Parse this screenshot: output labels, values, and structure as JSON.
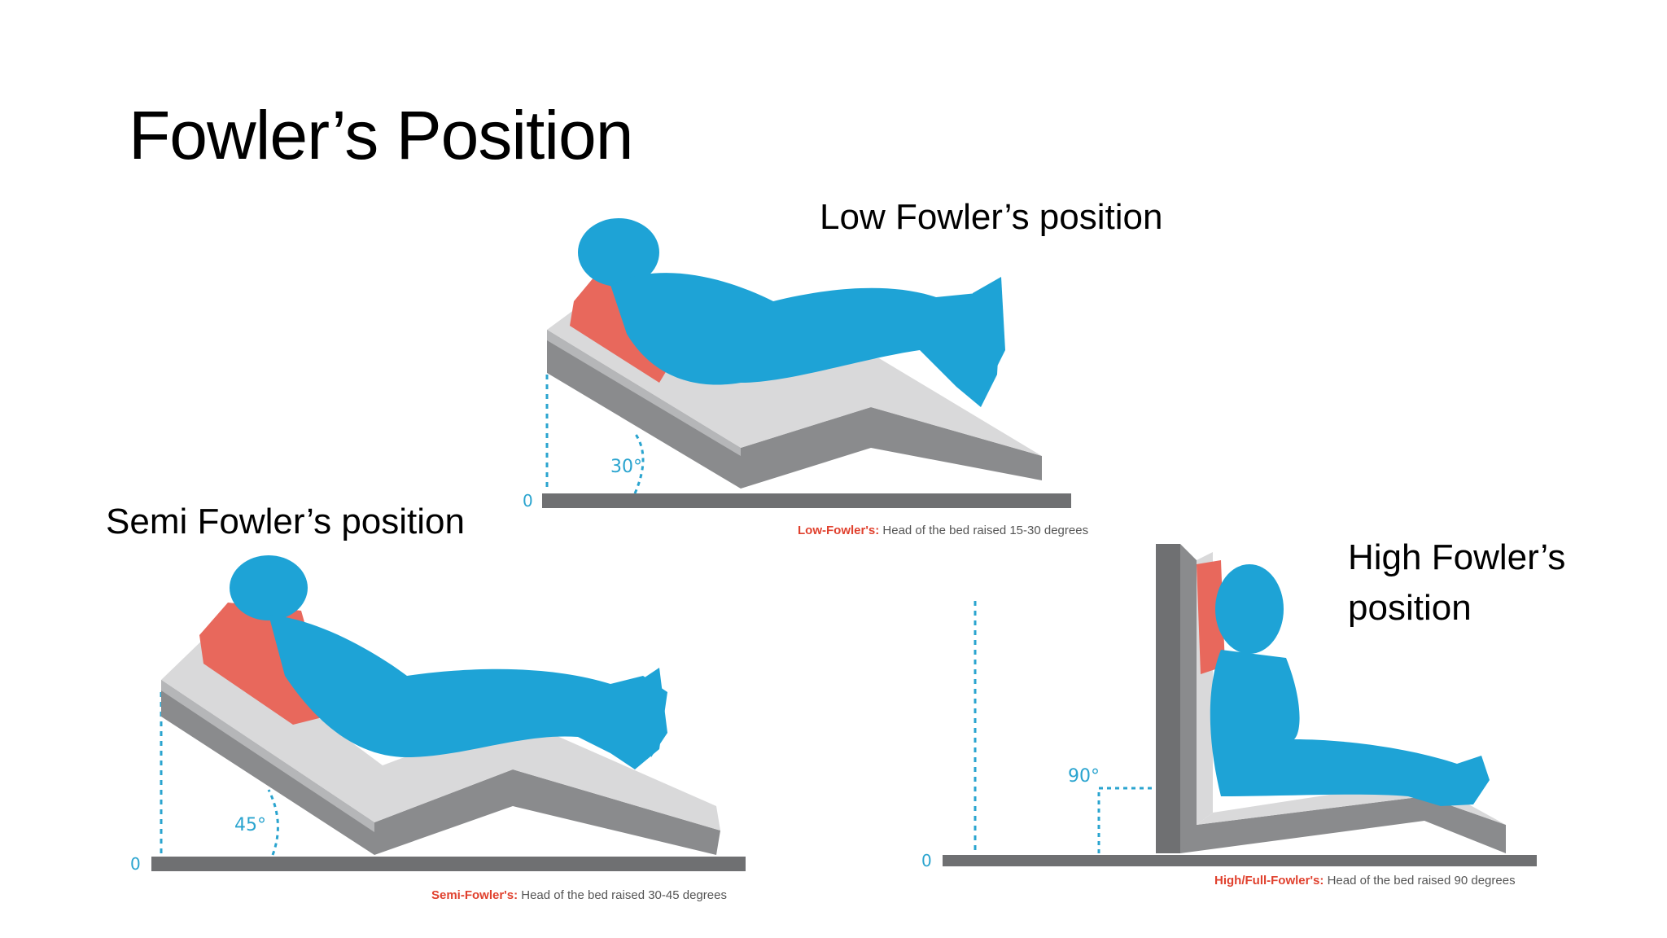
{
  "slide": {
    "title": "Fowler’s Position"
  },
  "captions": {
    "low": "Low Fowler’s position",
    "semi": "Semi Fowler’s position",
    "high_line1": "High Fowler’s",
    "high_line2": "position"
  },
  "panels": {
    "low": {
      "angle": "30°",
      "zero": "0",
      "note_label": "Low-Fowler's:",
      "note_text": " Head of the bed raised 15-30 degrees"
    },
    "semi": {
      "angle": "45°",
      "zero": "0",
      "note_label": "Semi-Fowler's:",
      "note_text": " Head of the bed raised 30-45 degrees"
    },
    "high": {
      "angle": "90°",
      "zero": "0",
      "note_label": "High/Full-Fowler's:",
      "note_text": " Head of the bed raised 90 degrees"
    }
  },
  "colors": {
    "body": "#1ea3d6",
    "pillow": "#e8685c",
    "mattress_top": "#d9d9da",
    "mattress_side": "#8a8b8d",
    "base": "#6f7072",
    "guide": "#2aa4cf"
  }
}
